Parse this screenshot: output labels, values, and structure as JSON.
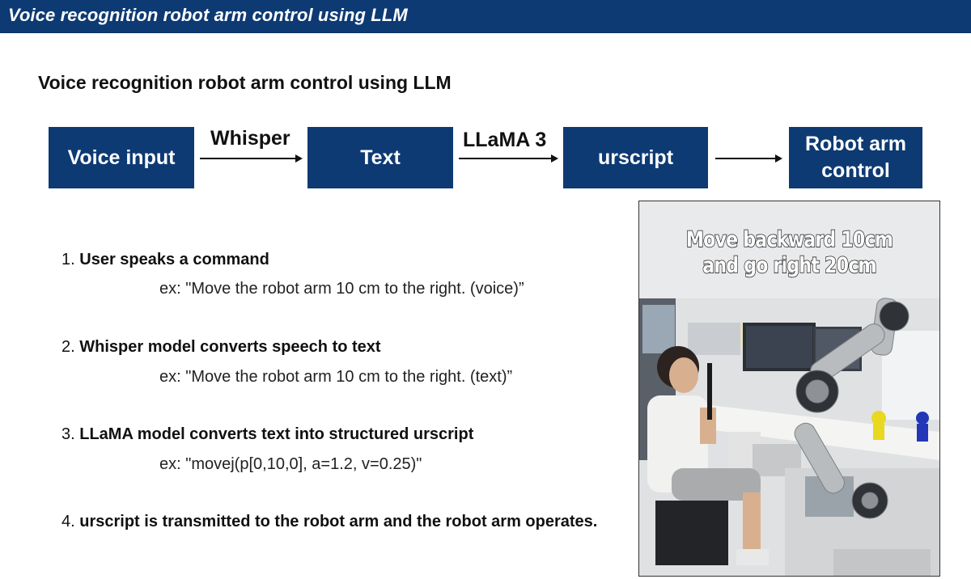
{
  "header": {
    "title": "Voice recognition robot arm control using LLM"
  },
  "page_title": "Voice recognition robot arm control using LLM",
  "flow": {
    "boxes": [
      "Voice input",
      "Text",
      "urscript",
      "Robot arm\ncontrol"
    ],
    "labels": [
      "Whisper",
      "LLaMA 3"
    ]
  },
  "steps": [
    {
      "number": "1.",
      "text": "User speaks a command",
      "example": "ex: \"Move the robot arm 10 cm to the right. (voice)”"
    },
    {
      "number": "2.",
      "text": "Whisper model converts speech to text",
      "example": "ex: \"Move the robot arm 10 cm to the right. (text)”"
    },
    {
      "number": "3.",
      "text": "LLaMA model converts text into structured urscript",
      "example": "ex: \"movej(p[0,10,0], a=1.2, v=0.25)\""
    },
    {
      "number": "4.",
      "text": "urscript is transmitted to the robot arm and the robot arm operates."
    }
  ],
  "photo": {
    "caption_line1": "Move backward 10cm",
    "caption_line2": "and go right 20cm"
  },
  "colors": {
    "brand_blue": "#0d3a73",
    "text": "#111111",
    "white": "#ffffff"
  }
}
